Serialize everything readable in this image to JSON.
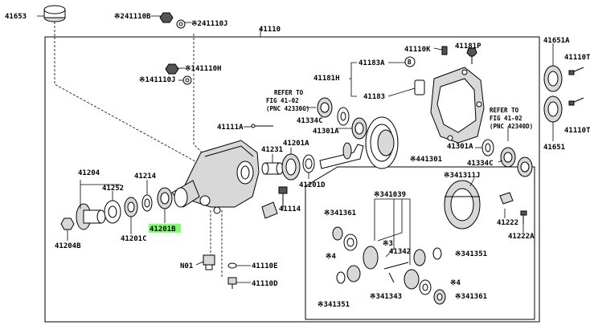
{
  "labels": {
    "l41653": "41653",
    "l41110_top": "41110",
    "l241110b": "※241110B",
    "l241110j": "※241110J",
    "l141110h": "※141110H",
    "l141110j": "※141110J",
    "l41110k": "41110K",
    "l41181p": "41181P",
    "l41183a": "41183A",
    "l41181h": "41181H",
    "l41183": "41183",
    "refer1_a": "REFER TO",
    "refer1_b": "FIG 41-02",
    "refer1_c": "(PNC 42330G)",
    "l41334c_a": "41334C",
    "l41301a_a": "41301A",
    "l41111a": "41111A",
    "l41231": "41231",
    "l41201a": "41201A",
    "l41201d": "41201D",
    "l41114": "41114",
    "l41204": "41204",
    "l41214": "41214",
    "l41252": "41252",
    "l41201b": "41201B",
    "l41201c": "41201C",
    "l41204b": "41204B",
    "n01": "N01",
    "l41110e": "41110E",
    "l41110d": "41110D",
    "l41301_box": "※441301",
    "l341039": "※341039",
    "l341361_a": "※341361",
    "l3": "※3",
    "l4_a": "※4",
    "l41342": "41342",
    "l341343": "※341343",
    "l341351_a": "※341351",
    "l341351_b": "※341351",
    "l4_b": "※4",
    "l341361_b": "※341361",
    "l341311j": "※341311J",
    "refer2_a": "REFER TO",
    "refer2_b": "FIG 41-02",
    "refer2_c": "(PNC 42340D)",
    "l41334c_b": "41334C",
    "l41301a_b": "41301A",
    "l41222": "41222",
    "l41222a": "41222A",
    "l41651a": "41651A",
    "l41110t_a": "41110T",
    "l41110t_b": "41110T",
    "l41651": "41651"
  },
  "highlight": {
    "part": "41201B",
    "color": "#7cff6b"
  }
}
